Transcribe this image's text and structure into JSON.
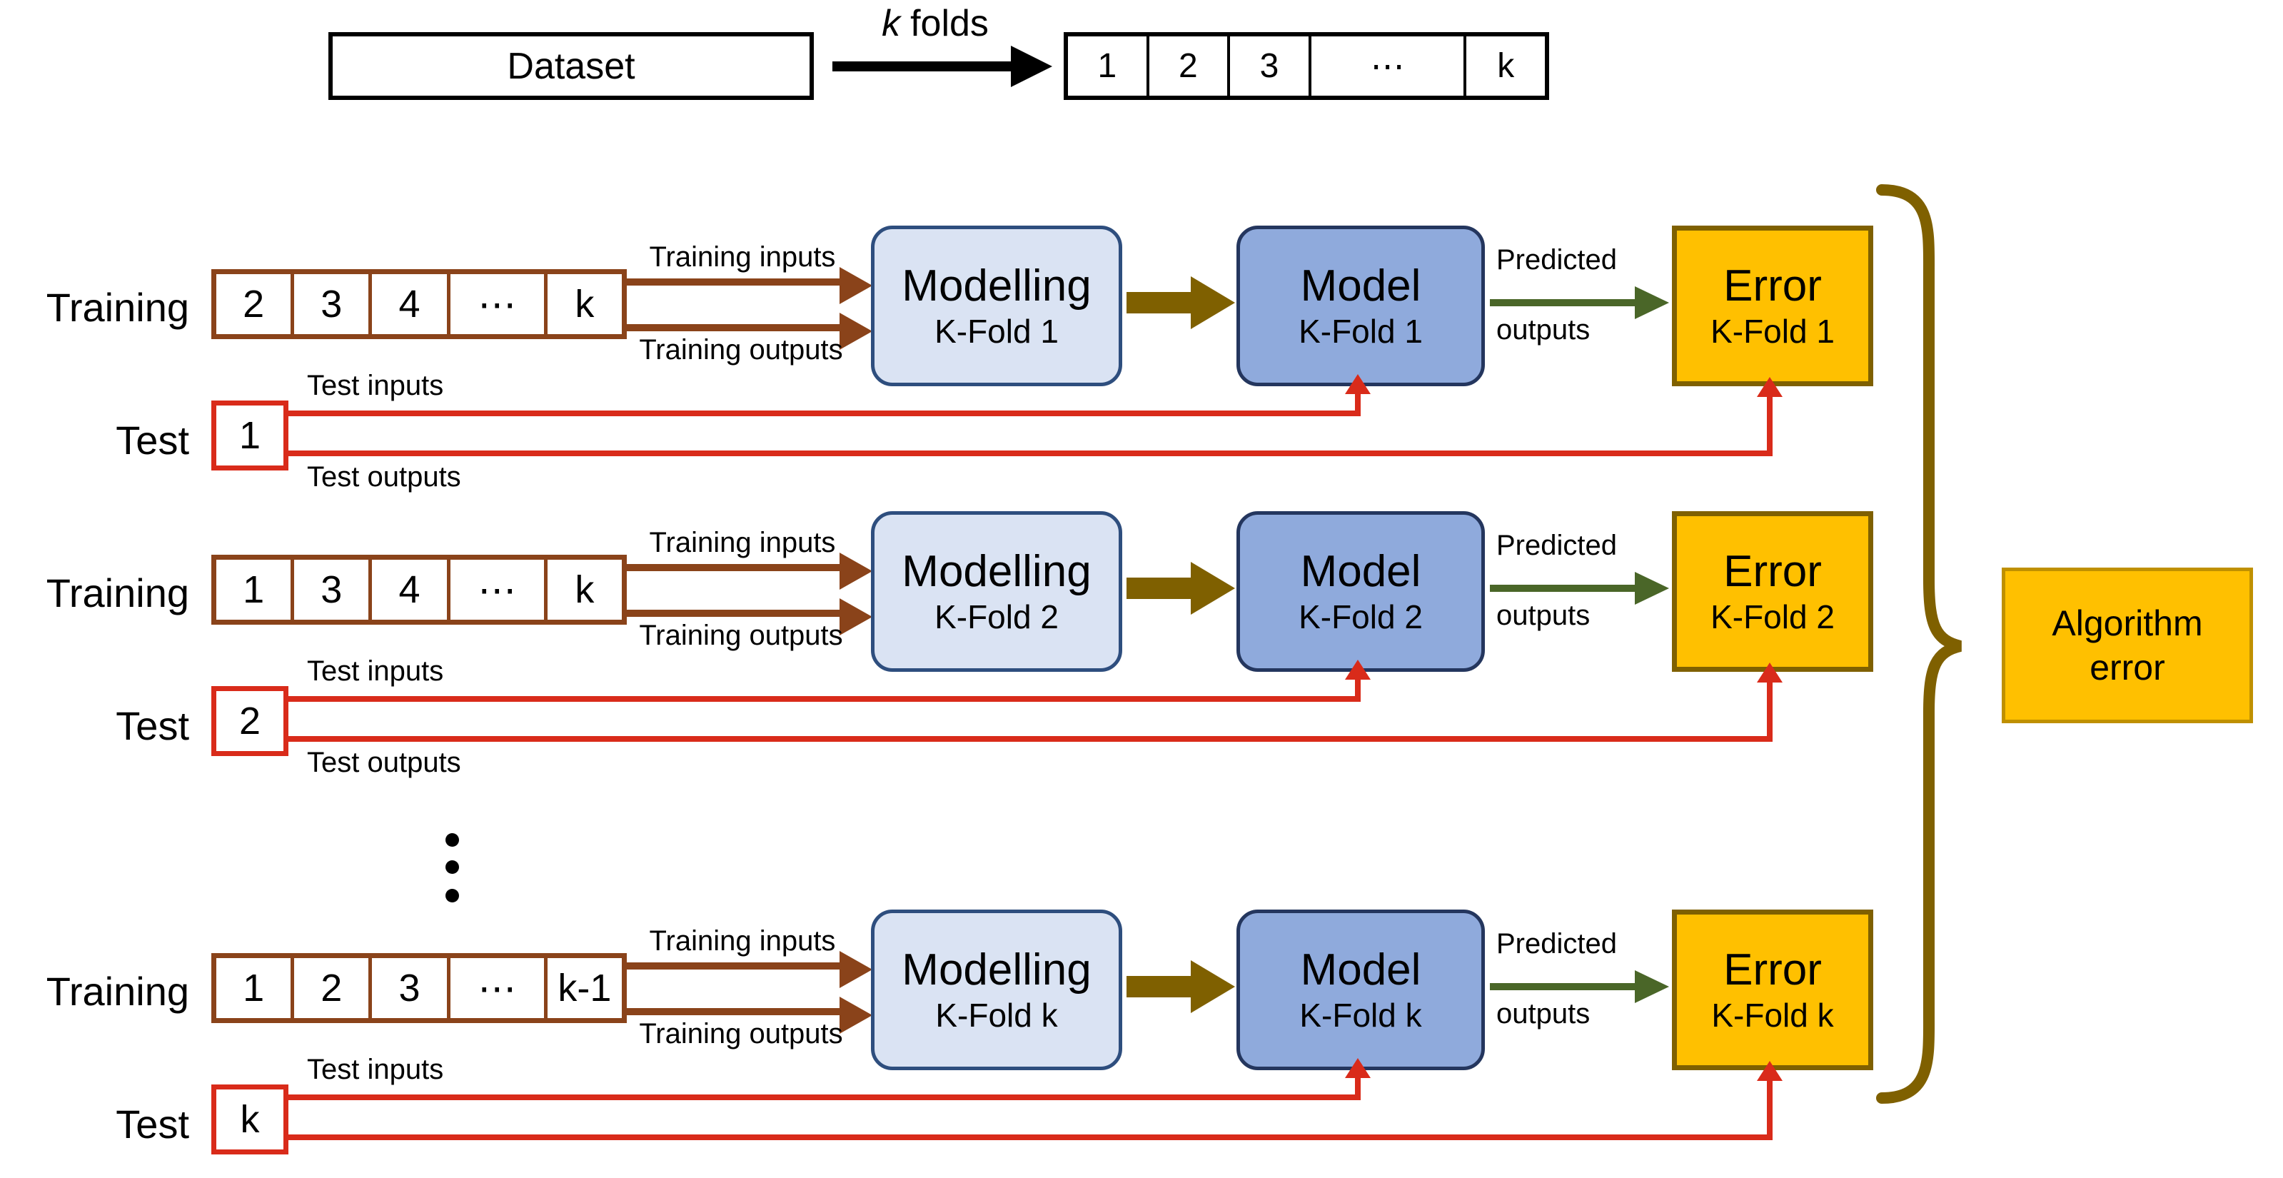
{
  "colors": {
    "black": "#000000",
    "brown": "#8A431A",
    "red": "#D92B1A",
    "modelling-fill": "#DAE3F3",
    "modelling-border": "#2E4E7E",
    "model-fill": "#8FAADC",
    "model-border": "#24365E",
    "olive": "#7F6000",
    "green": "#4A6628",
    "gold-fill": "#FFC000",
    "gold-border": "#7F6000",
    "algo-border": "#BF9000"
  },
  "top": {
    "dataset_label": "Dataset",
    "kfolds_k": "k",
    "kfolds_rest": "folds",
    "fold_cells": [
      "1",
      "2",
      "3",
      "⋯",
      "k"
    ]
  },
  "row_labels": {
    "training": "Training",
    "test": "Test",
    "training_inputs": "Training inputs",
    "training_outputs": "Training outputs",
    "test_inputs": "Test inputs",
    "test_outputs": "Test outputs",
    "predicted_line1": "Predicted",
    "predicted_line2": "outputs",
    "modelling": "Modelling",
    "model": "Model",
    "error": "Error"
  },
  "folds": [
    {
      "training_cells": [
        "2",
        "3",
        "4",
        "⋯",
        "k"
      ],
      "test_cell": "1",
      "kfold_label": "K-Fold 1"
    },
    {
      "training_cells": [
        "1",
        "3",
        "4",
        "⋯",
        "k"
      ],
      "test_cell": "2",
      "kfold_label": "K-Fold 2"
    },
    {
      "training_cells": [
        "1",
        "2",
        "3",
        "⋯",
        "k-1"
      ],
      "test_cell": "k",
      "kfold_label": "K-Fold k"
    }
  ],
  "algorithm_error": {
    "line1": "Algorithm",
    "line2": "error"
  }
}
